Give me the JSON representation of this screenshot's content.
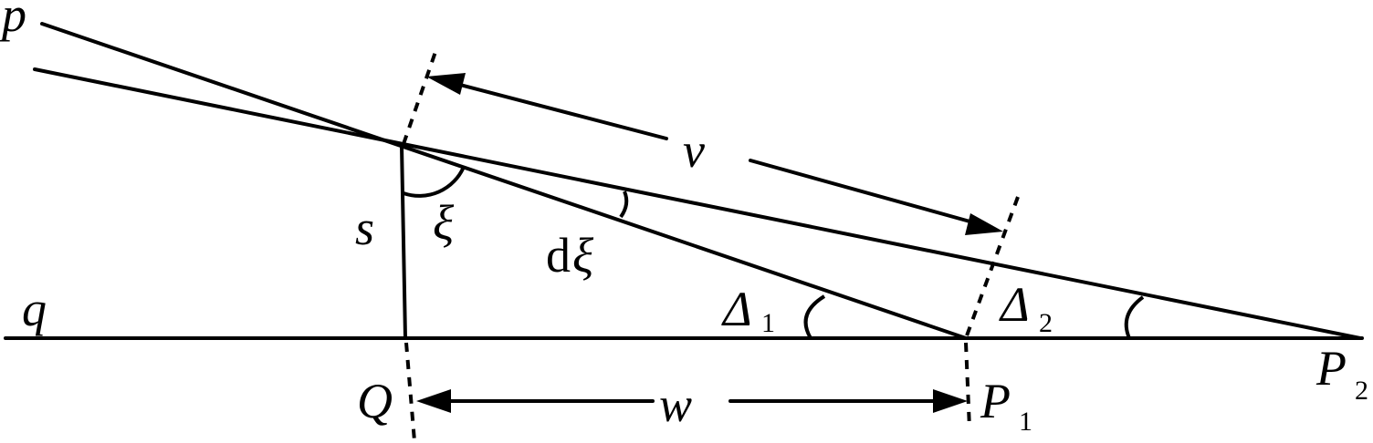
{
  "labels": {
    "p": "p",
    "q": "q",
    "s": "s",
    "xi": "ξ",
    "d_xi_d": "d",
    "d_xi_xi": "ξ",
    "v": "v",
    "w": "w",
    "Q": "Q",
    "P1_main": "P",
    "P1_sub": "1",
    "P2_main": "P",
    "P2_sub": "2",
    "Delta1_main": "Δ",
    "Delta1_sub": "1",
    "Delta2_main": "Δ",
    "Delta2_sub": "2"
  },
  "colors": {
    "stroke": "#000000",
    "background": "#ffffff"
  }
}
